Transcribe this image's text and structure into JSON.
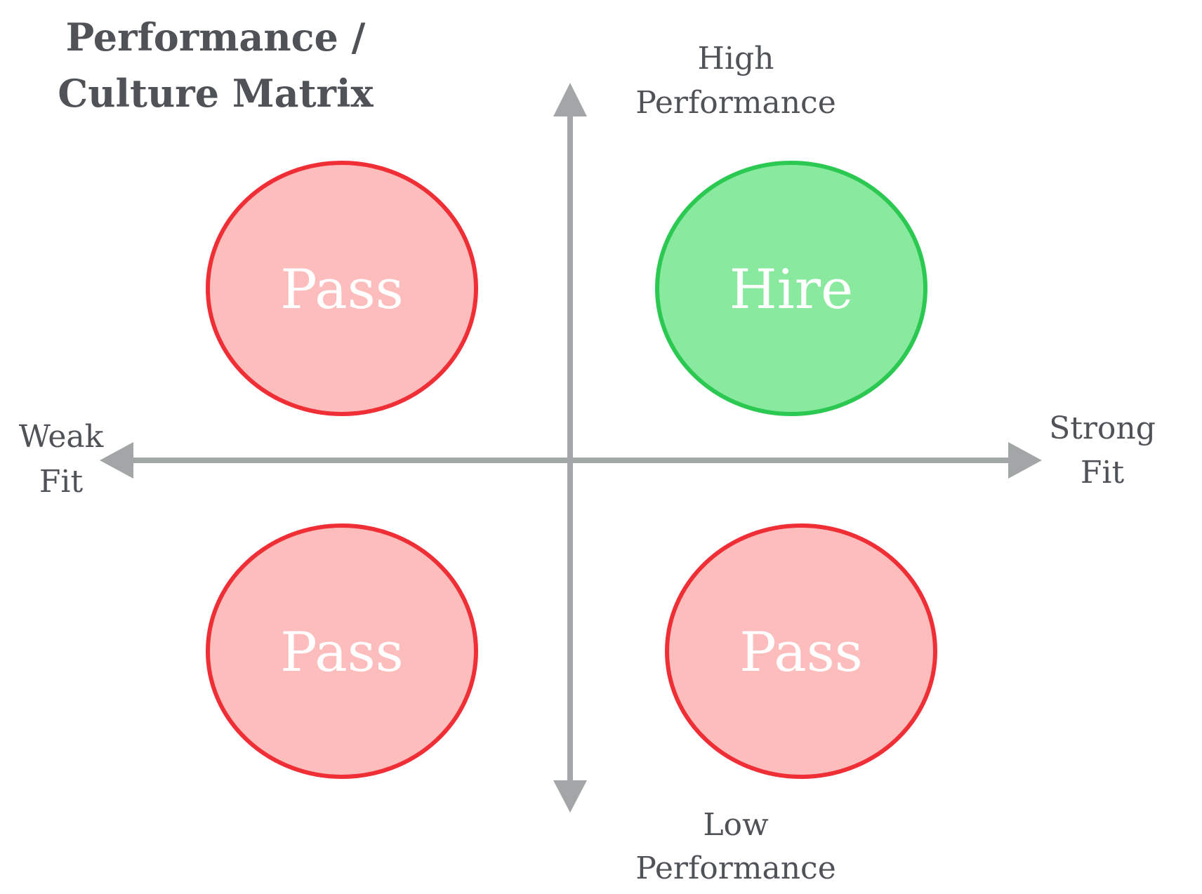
{
  "title": {
    "line1": "Performance /",
    "line2": "Culture Matrix"
  },
  "axes": {
    "top": {
      "line1": "High",
      "line2": "Performance"
    },
    "bottom": {
      "line1": "Low",
      "line2": "Performance"
    },
    "left": {
      "line1": "Weak",
      "line2": "Fit"
    },
    "right": {
      "line1": "Strong",
      "line2": "Fit"
    }
  },
  "quadrants": {
    "top_left": {
      "label": "Pass"
    },
    "top_right": {
      "label": "Hire"
    },
    "bottom_left": {
      "label": "Pass"
    },
    "bottom_right": {
      "label": "Pass"
    }
  },
  "colors": {
    "text": "#4f5358",
    "axis": "#a3a6a6",
    "pass_fill": "#fdbdbd",
    "pass_stroke": "#ef2e36",
    "hire_fill": "#89e99e",
    "hire_stroke": "#2bc951",
    "bubble_text": "#ffffff"
  }
}
